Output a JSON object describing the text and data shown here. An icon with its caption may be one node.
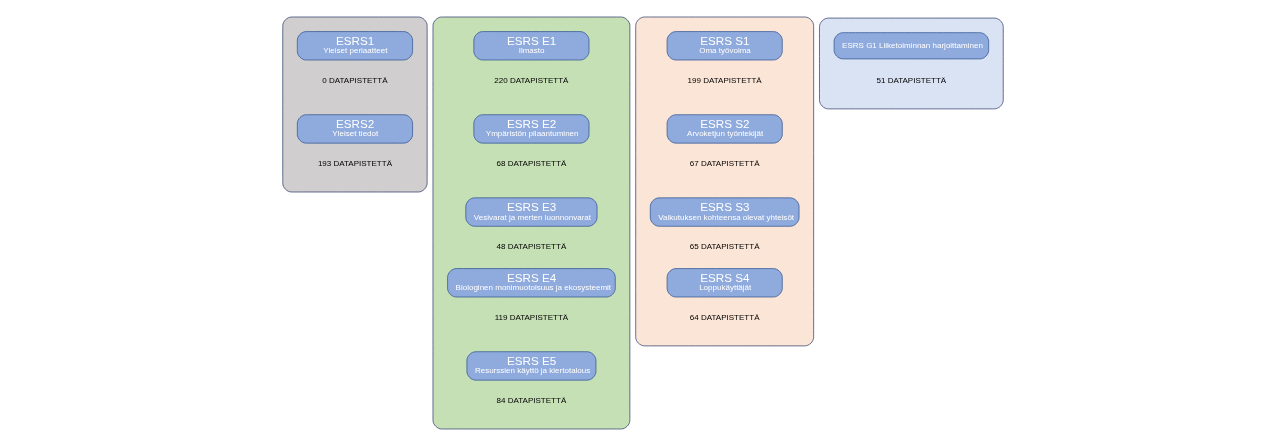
{
  "diagram": {
    "nodes": [
      {
        "text": [],
        "shape": "box"
      },
      {
        "text": [
          "ESRS1",
          "Yleiset periaatteet"
        ],
        "in": 0,
        "beside": [
          "0 DATAPISTETTÄ"
        ]
      },
      {
        "text": [
          "ESRS2",
          "Yleiset tiedot"
        ],
        "in": 0,
        "beside": [
          "193 DATAPISTETTÄ"
        ]
      },
      {
        "text": [],
        "shape": "box"
      },
      {
        "text": [
          "ESRS E1",
          "Ilmasto"
        ],
        "in": 3,
        "beside": [
          "220 DATAPISTETTÄ"
        ]
      },
      {
        "text": [
          "ESRS E2",
          "Ympäristön pilaantuminen"
        ],
        "in": 3,
        "beside": [
          "68 DATAPISTETTÄ"
        ]
      },
      {
        "text": [
          "ESRS E3",
          "Vesivarat ja merten luonnonvarat"
        ],
        "in": 3,
        "beside": [
          "48 DATAPISTETTÄ"
        ]
      },
      {
        "text": [
          "ESRS E4",
          "Biologinen monimuotoisuus ja ekosysteemit"
        ],
        "in": 3,
        "beside": [
          "119 DATAPISTETTÄ"
        ]
      },
      {
        "text": [
          "ESRS E5",
          "Resurssien käyttö ja kiertotalous"
        ],
        "in": 3,
        "beside": [
          "84 DATAPISTETTÄ"
        ]
      },
      {
        "text": [],
        "shape": "box"
      },
      {
        "text": [
          "ESRS S1",
          "Oma työvoima"
        ],
        "in": 9,
        "beside": [
          "199 DATAPISTETTÄ"
        ]
      },
      {
        "text": [
          "ESRS S2",
          "Arvoketjun työntekijät"
        ],
        "in": 9,
        "beside": [
          "67 DATAPISTETTÄ"
        ]
      },
      {
        "text": [
          "ESRS S3",
          "Vaikutuksen kohteensa olevat yhteisöt"
        ],
        "in": 9,
        "beside": [
          "65 DATAPISTETTÄ"
        ]
      },
      {
        "text": [
          "ESRS S4",
          "Loppukäyttäjät"
        ],
        "in": 9,
        "beside": [
          "64 DATAPISTETTÄ"
        ]
      },
      {
        "text": [],
        "shape": "box"
      },
      {
        "text": [
          "ESRS G1 Liiketoiminnan harjoittaminen"
        ],
        "in": 14,
        "beside": [
          "51 DATAPISTETTÄ"
        ]
      }
    ],
    "edges": []
  }
}
